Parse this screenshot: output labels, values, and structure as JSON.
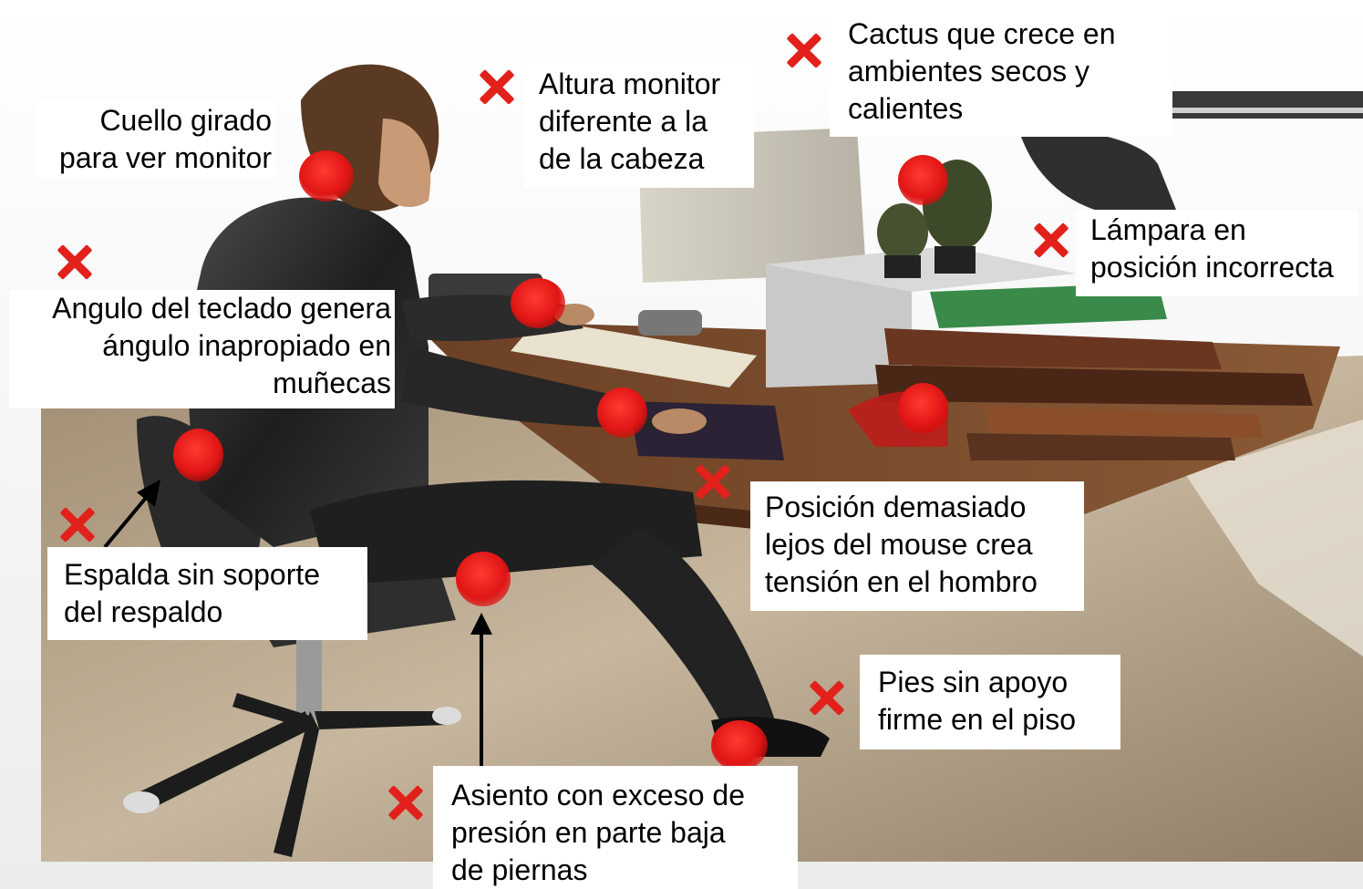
{
  "image": {
    "subject": "Ilustración de mala postura ergonómica en estación de trabajo",
    "accent_color": "#e3211c",
    "marker_icon": "red-x-icon",
    "hotspot_icon": "red-dot-icon"
  },
  "labels": {
    "cuello": "Cuello girado\npara ver monitor",
    "altura_monitor": "Altura monitor\ndiferente a la\nde la cabeza",
    "cactus": "Cactus que crece en\nambientes secos y\ncalientes",
    "lampara": "Lámpara en\nposición incorrecta",
    "teclado": "Angulo del teclado  genera\nángulo inapropiado en\nmuñecas",
    "espalda": "Espalda sin soporte\ndel respaldo",
    "mouse": "Posición demasiado\nlejos del mouse crea\ntensión en el hombro",
    "pies": "Pies sin apoyo\nfirme en el piso",
    "asiento": "Asiento con exceso de\npresión en parte baja\nde piernas"
  }
}
